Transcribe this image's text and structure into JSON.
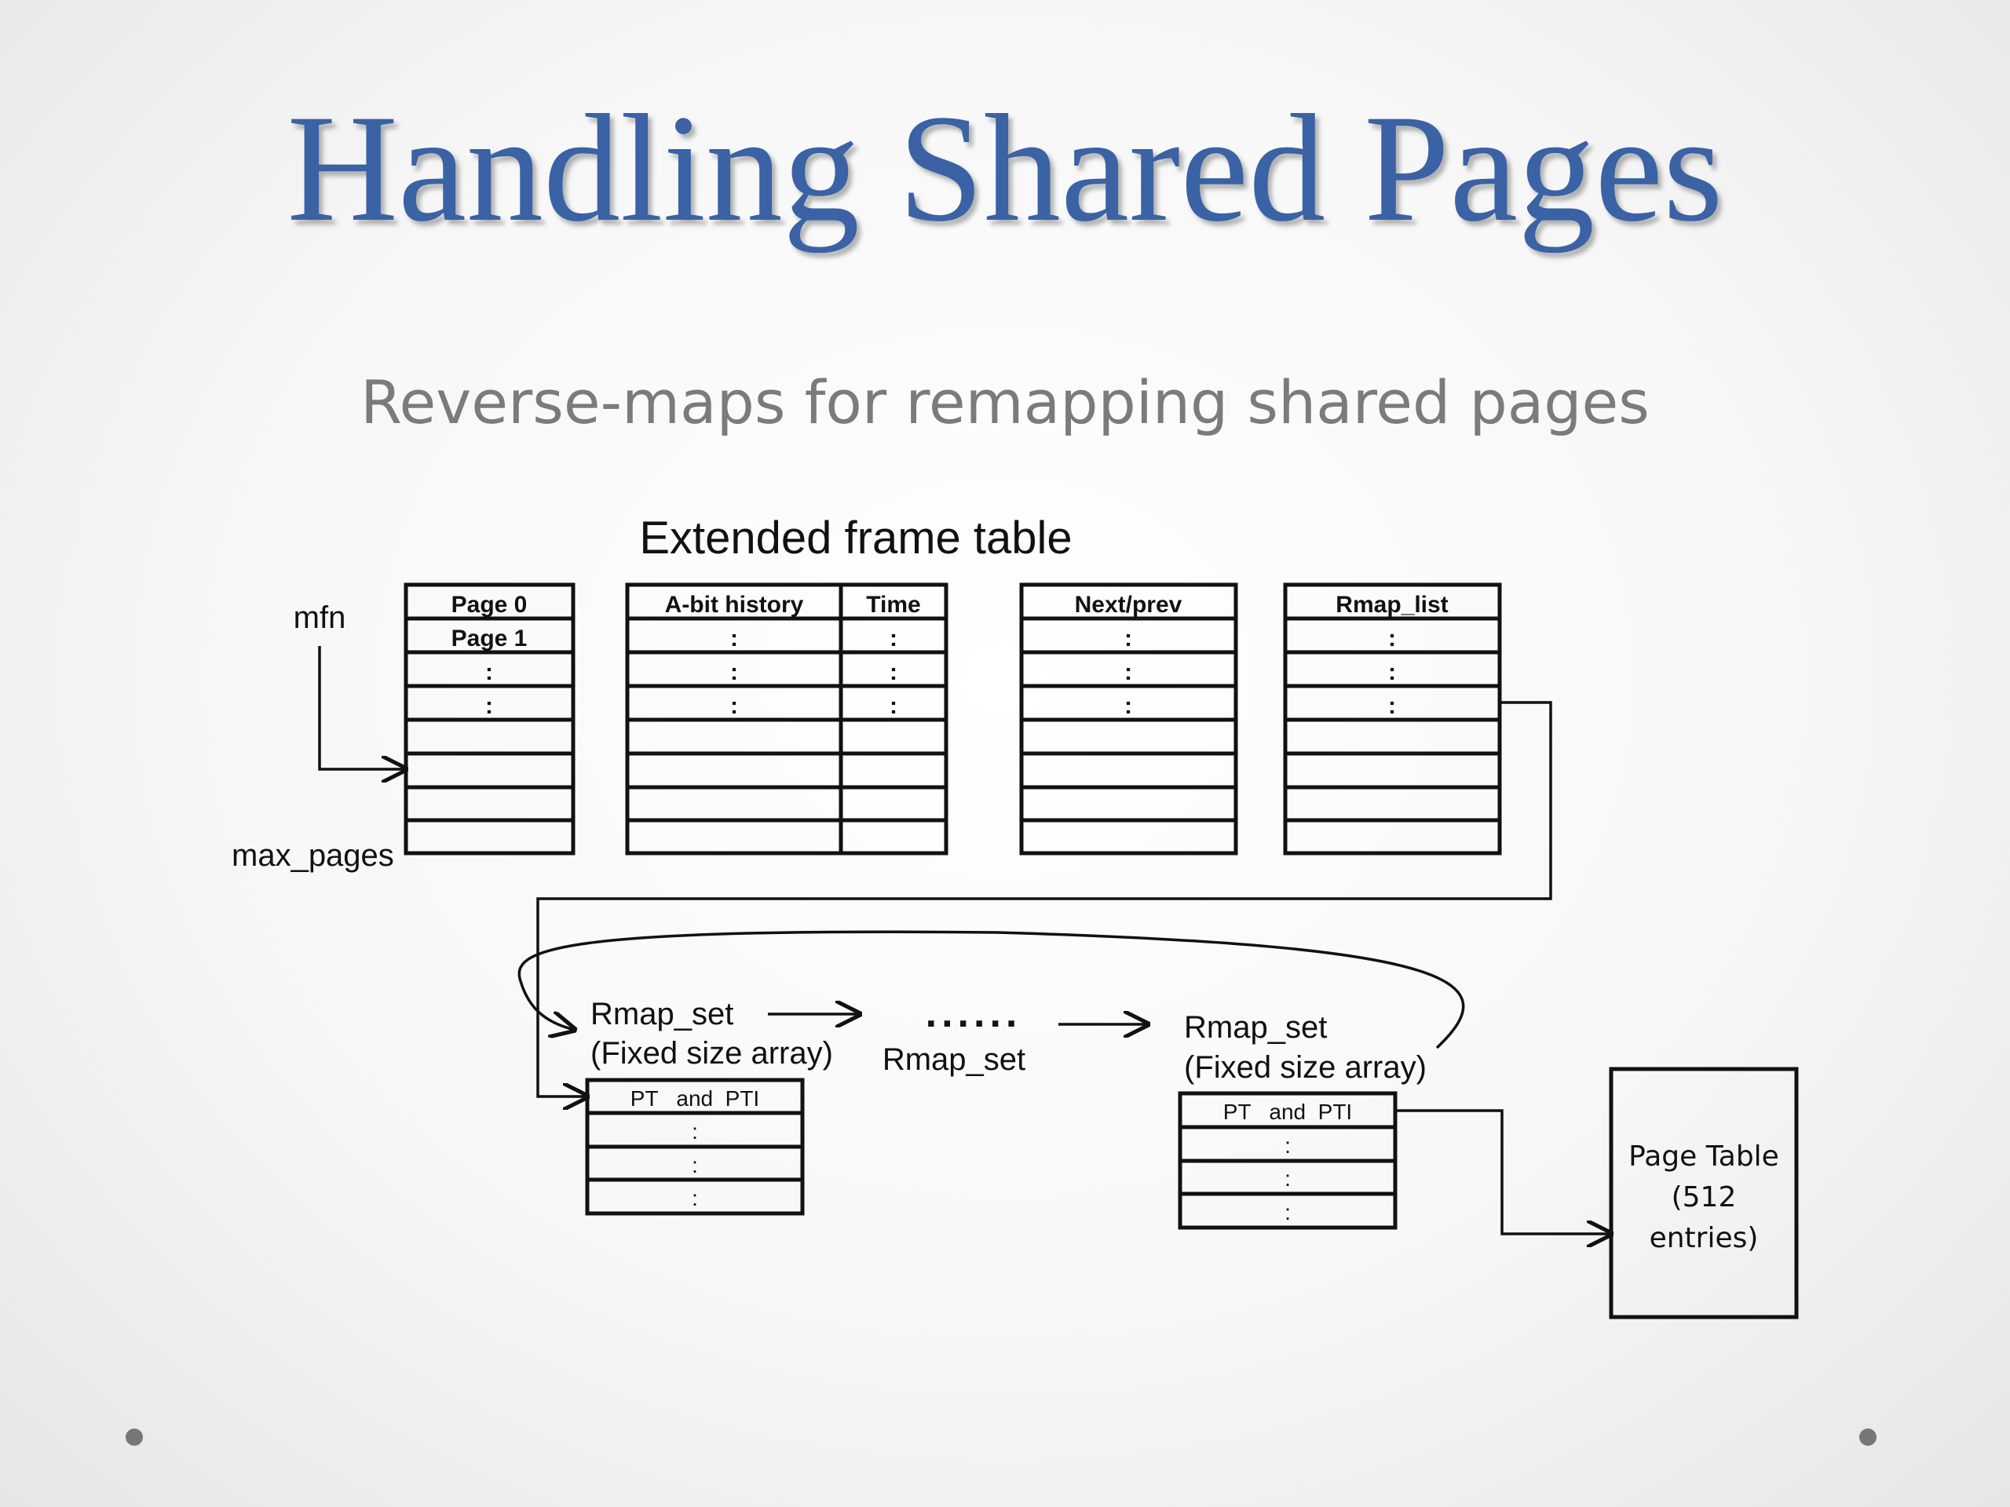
{
  "slide": {
    "title": "Handling Shared Pages",
    "subtitle": "Reverse-maps for remapping shared pages"
  },
  "diagram": {
    "heading": "Extended frame table",
    "mfn_label": "mfn",
    "max_pages_label": "max_pages",
    "pages_table": {
      "rows": [
        "Page 0",
        "Page 1",
        ":",
        ":",
        "",
        "",
        "",
        ""
      ]
    },
    "abit_table": {
      "headers": [
        "A-bit history",
        "Time"
      ],
      "col1": [
        ":",
        ":",
        ":",
        "",
        "",
        "",
        ""
      ],
      "col2": [
        ":",
        ":",
        ":",
        "",
        "",
        "",
        ""
      ]
    },
    "nextprev_table": {
      "header": "Next/prev",
      "rows": [
        ":",
        ":",
        ":",
        "",
        "",
        "",
        ""
      ]
    },
    "rmaplist_table": {
      "header": "Rmap_list",
      "rows": [
        ":",
        ":",
        ":",
        "",
        "",
        "",
        ""
      ]
    },
    "rmap_set_1": {
      "label": "Rmap_set",
      "sublabel": "(Fixed size array)",
      "rows": [
        "PT   and  PTI",
        ":",
        ":",
        ":"
      ]
    },
    "dots": "......",
    "rmap_set_mid": "Rmap_set",
    "rmap_set_2": {
      "label": "Rmap_set",
      "sublabel": "(Fixed size array)",
      "rows": [
        "PT   and  PTI",
        ":",
        ":",
        ":"
      ]
    },
    "page_table": {
      "line1": "Page Table",
      "line2": "(512",
      "line3": "entries)"
    }
  }
}
